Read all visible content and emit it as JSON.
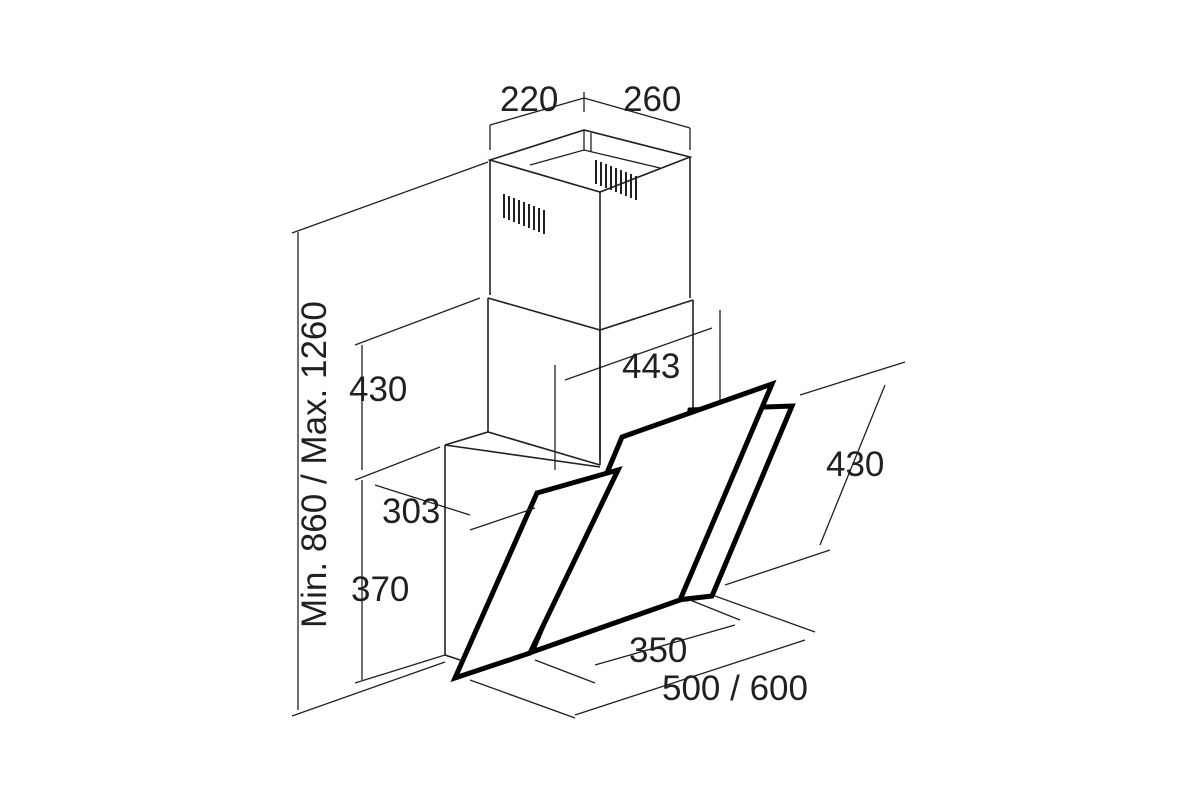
{
  "diagram": {
    "dimensions": {
      "chimney_depth": "220",
      "chimney_width": "260",
      "total_height": "Min. 860 / Max. 1260",
      "upper_height": "430",
      "hood_depth_top": "443",
      "glass_height": "430",
      "body_depth": "303",
      "lower_height": "370",
      "base_depth": "350",
      "width": "500 / 600"
    },
    "colors": {
      "line": "#231f20",
      "glass_edge": "#000000",
      "background": "#ffffff"
    }
  }
}
